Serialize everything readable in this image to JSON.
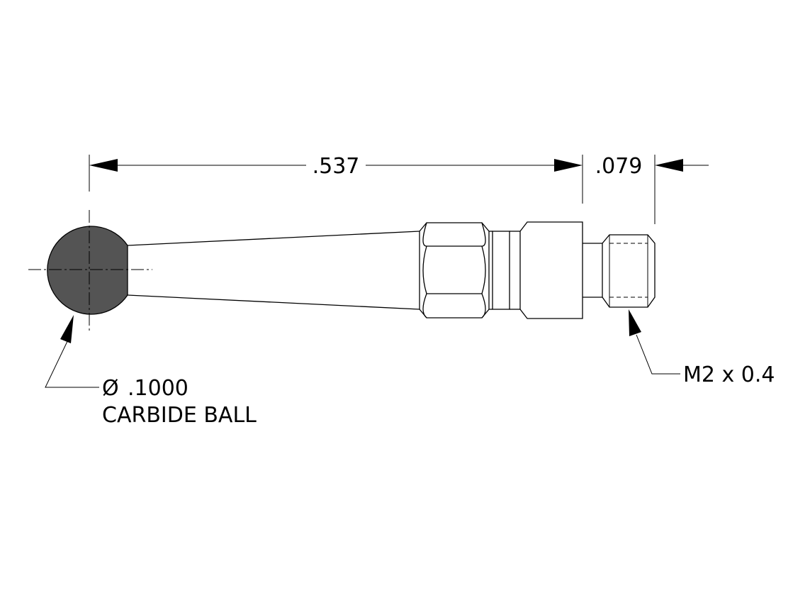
{
  "dimensions": {
    "overall_length": ".537",
    "thread_length": ".079"
  },
  "callouts": {
    "ball_diameter_symbol": "Ø",
    "ball_diameter": ".1000",
    "ball_material": "CARBIDE BALL",
    "thread_spec": "M2 x 0.4"
  },
  "colors": {
    "ball_fill": "#545454",
    "line": "#000000",
    "background": "#ffffff"
  }
}
